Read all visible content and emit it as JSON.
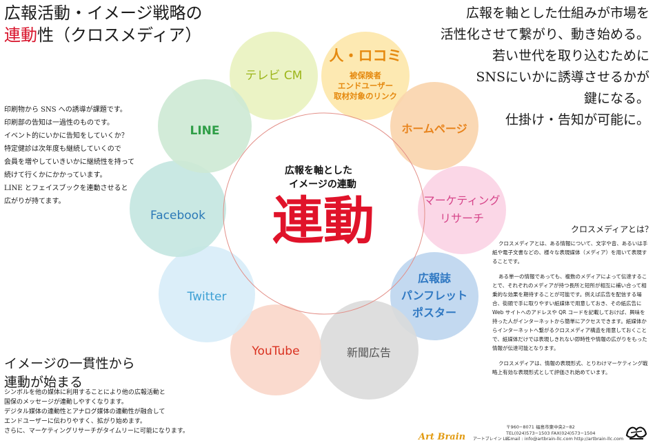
{
  "header": {
    "title_line1": "広報活動・イメージ戦略の",
    "title_line2_accent": "連動",
    "title_line2_rest": "性（クロスメディア）"
  },
  "intro_right": [
    "広報を軸とした仕組みが市場を",
    "活性化させて繋がり、動き始める。",
    "若い世代を取り込むために",
    "SNSにいかに誘導させるかが",
    "鍵になる。",
    "仕掛け・告知が可能に。"
  ],
  "left_paragraph": [
    "印刷物から SNS への誘導が課題です。",
    "印刷部の告知は一過性のものです。",
    "イベント的にいかに告知をしていくか？",
    "特定健診は次年度も継続していくので",
    "会員を増やしていきいかに継続性を持って",
    "続けて行くかにかかっています。",
    "LINE とフェイスブックを連動させると",
    "広がりが持てます。"
  ],
  "bottom_heading": [
    "イメージの一貫性から",
    "連動が始まる"
  ],
  "bottom_paragraph": [
    "シンボルを他の媒体に利用することにより他の広報活動と",
    "国保のメッセージが連動しやすくなります。",
    "デジタル媒体の連動性とアナログ媒体の連動性が融合して",
    "エンドユーザーに伝わりやすく、拡がり始めます。",
    "さらに、マーケティングリサーチがタイムリーに可能になります。"
  ],
  "center": {
    "subtitle_line1": "広報を軸とした",
    "subtitle_line2": "イメージの連動",
    "main": "連動",
    "main_color": "#e0132a"
  },
  "media_circles": [
    {
      "id": "tv",
      "lines": [
        "テレビ CM"
      ],
      "fill": "#e9f2bf",
      "text_color": "#9cb51a"
    },
    {
      "id": "word",
      "lines": [
        "人・ロコミ"
      ],
      "sub_lines": [
        "被保険者",
        "エンドユーザー",
        "取材対象のリンク"
      ],
      "fill": "#fde7aa",
      "text_color": "#e5890f"
    },
    {
      "id": "homepage",
      "lines": [
        "ホームページ"
      ],
      "fill": "#fad4ac",
      "text_color": "#e8831b"
    },
    {
      "id": "marketing",
      "lines": [
        "マーケティング",
        "リサーチ"
      ],
      "fill": "#fbd3e4",
      "text_color": "#d6458a"
    },
    {
      "id": "print",
      "lines": [
        "広報誌",
        "パンフレット",
        "ポスター"
      ],
      "fill": "#bcd5ee",
      "text_color": "#2f78c2"
    },
    {
      "id": "newspaper",
      "lines": [
        "新聞広告"
      ],
      "fill": "#dadada",
      "text_color": "#555555"
    },
    {
      "id": "youtube",
      "lines": [
        "YouTube"
      ],
      "fill": "#fad6c9",
      "text_color": "#d9301f"
    },
    {
      "id": "twitter",
      "lines": [
        "Twitter"
      ],
      "fill": "#d7ecf8",
      "text_color": "#3c9fd4"
    },
    {
      "id": "facebook",
      "lines": [
        "Facebook"
      ],
      "fill": "#c3e5e0",
      "text_color": "#2b79b7"
    },
    {
      "id": "line",
      "lines": [
        "LINE"
      ],
      "fill": "#cde9d4",
      "text_color": "#2f9e47"
    }
  ],
  "ring_color": "#e38f88",
  "crossmedia": {
    "title": "クロスメディアとは？",
    "paragraphs": [
      "クロスメディアとは、ある情報について、文字や音、あるいは手紙や電子文書などの、様々な表現媒体（メディア）を用いて表現することです。",
      "ある単一の情報であっても、複数のメディアによって伝達することで、それぞれのメディアが持つ長所と短所が相互に補い合って相乗的な効果を期待することが可能です。例えば広告を配信する場合、街頭で手に取りやすい紙媒体で用意しておき、その紙広告に Web サイトへのアドレスや QR コードを記載しておけば、興味を持った人がインターネットから簡単にアクセスできます。紙媒体からインターネットへ繋がるクロスメディア構造を用意しておくことで、紙媒体だけでは表現しきれない即時性や情報の広がりをもった情報が伝達可能となります。",
      "クロスメディアは、情報の表現形式、とりわけマーケティング戦略上有効な表現形式として評価され始めています。"
    ]
  },
  "footer": {
    "logo": "Art Brain",
    "logo_sub": "アートブレイン LLC",
    "info": [
      "〒960−8071  福島市東中央2−82",
      "TEL(024)573−1503  FAX(024)573−1504",
      "E-mail : info@artbrain-llc.com  http://artbrain-llc.com"
    ]
  }
}
